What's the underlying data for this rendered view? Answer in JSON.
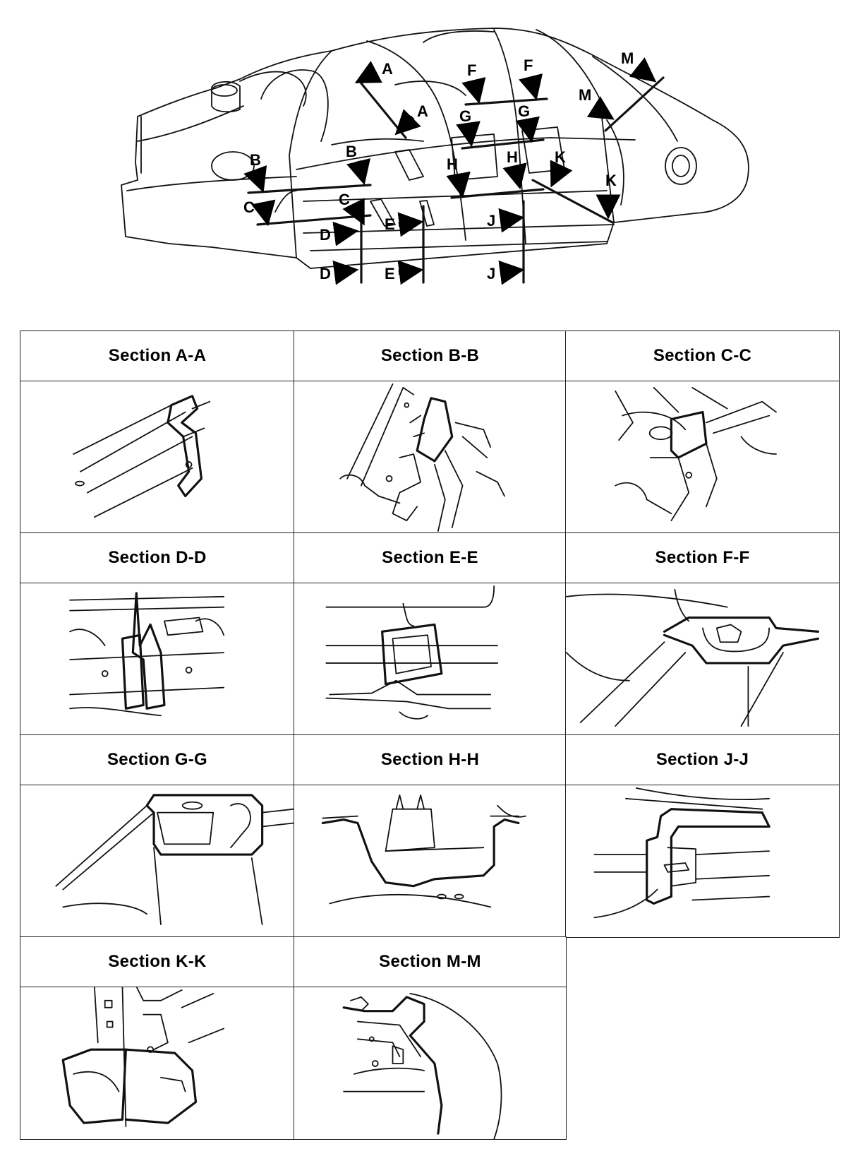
{
  "overview": {
    "labels": {
      "a1": "A",
      "a2": "A",
      "b1": "B",
      "b2": "B",
      "c1": "C",
      "c2": "C",
      "d1": "D",
      "d2": "D",
      "e1": "E",
      "e2": "E",
      "f1": "F",
      "f2": "F",
      "g1": "G",
      "g2": "G",
      "h1": "H",
      "h2": "H",
      "j1": "J",
      "j2": "J",
      "k1": "K",
      "k2": "K",
      "m1": "M",
      "m2": "M"
    }
  },
  "sections": [
    {
      "title": "Section A-A"
    },
    {
      "title": "Section B-B"
    },
    {
      "title": "Section C-C"
    },
    {
      "title": "Section D-D"
    },
    {
      "title": "Section E-E"
    },
    {
      "title": "Section F-F"
    },
    {
      "title": "Section G-G"
    },
    {
      "title": "Section H-H"
    },
    {
      "title": "Section J-J"
    },
    {
      "title": "Section  K-K"
    },
    {
      "title": "Section M-M"
    }
  ]
}
